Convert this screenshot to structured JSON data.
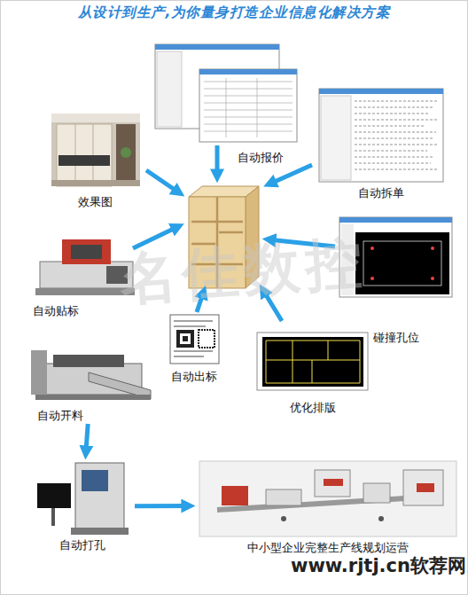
{
  "diagram": {
    "title": "从设计到生产,为你量身打造企业信息化解决方案",
    "nodes": [
      {
        "text": [
          "效果图"
        ]
      },
      {
        "text": [
          "自动报价"
        ]
      },
      {
        "text": [
          "自动拆单"
        ]
      },
      {
        "text": [
          "自动贴标"
        ]
      },
      {
        "text": [
          "碰撞孔位"
        ]
      },
      {
        "text": [
          "自动出标"
        ]
      },
      {
        "text": [
          "优化排版"
        ]
      },
      {
        "text": [
          "自动开料"
        ]
      },
      {
        "text": [
          "自动打孔"
        ]
      },
      {
        "text": [
          "中小型企业完整生产线规划运营"
        ]
      }
    ],
    "edges": [
      {
        "from": 7,
        "to": 8,
        "arrow": "to"
      },
      {
        "from": 8,
        "to": 9,
        "arrow": "to"
      }
    ],
    "labels": [
      "名佳数控",
      "www.rjtj.cn软荐网"
    ]
  }
}
